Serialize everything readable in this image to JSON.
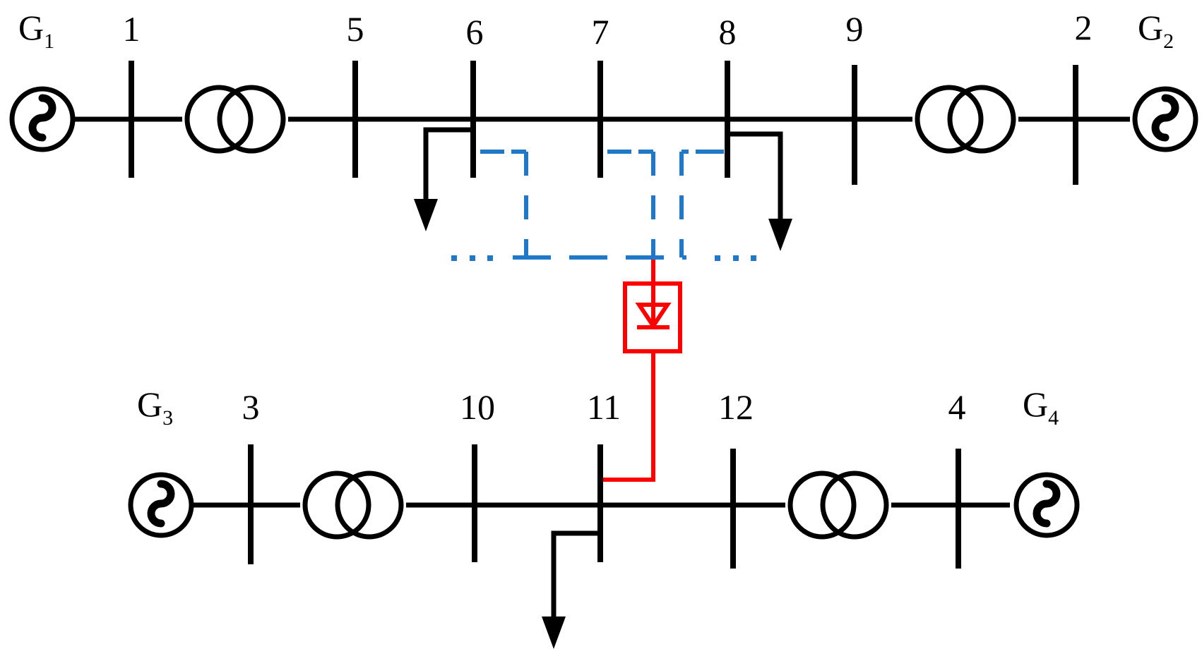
{
  "generators": [
    {
      "letter": "G",
      "sub": "1"
    },
    {
      "letter": "G",
      "sub": "2"
    },
    {
      "letter": "G",
      "sub": "3"
    },
    {
      "letter": "G",
      "sub": "4"
    }
  ],
  "buses": {
    "b1": "1",
    "b2": "2",
    "b3": "3",
    "b4": "4",
    "b5": "5",
    "b6": "6",
    "b7": "7",
    "b8": "8",
    "b9": "9",
    "b10": "10",
    "b11": "11",
    "b12": "12"
  },
  "colors": {
    "lines": "#000000",
    "ac_links": "#1f78c8",
    "hvdc_link": "#ff0000"
  },
  "icons": {
    "generator": "generator-icon",
    "transformer": "transformer-icon",
    "load": "load-arrow-icon",
    "converter": "converter-diode-icon"
  }
}
